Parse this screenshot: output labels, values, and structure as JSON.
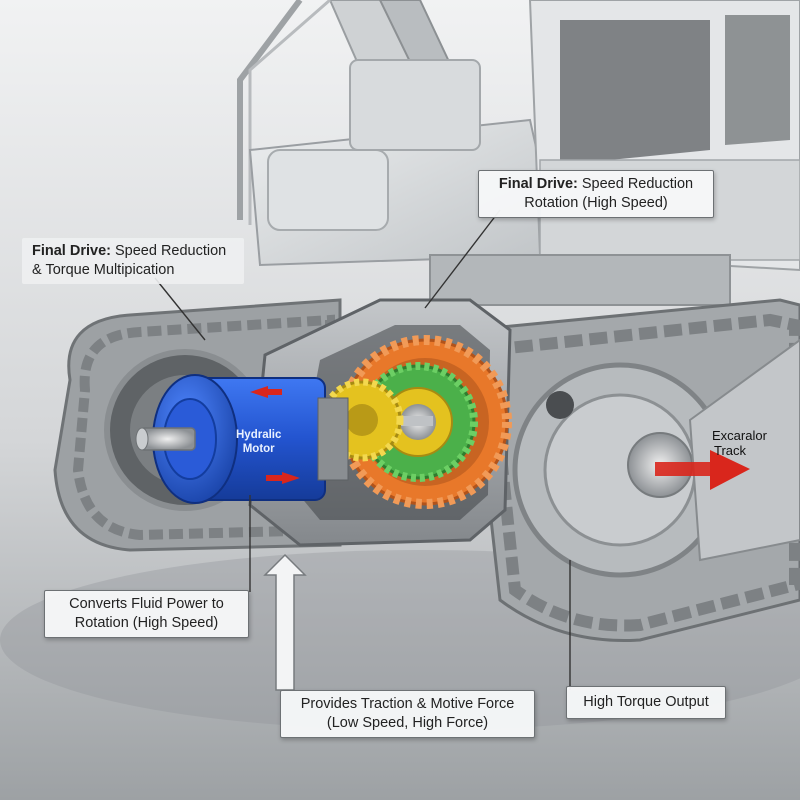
{
  "callouts": {
    "left_top": {
      "bold": "Final Drive:",
      "rest": " Speed Reduction",
      "line2": "& Torque Multipication"
    },
    "right_top": {
      "bold": "Final Drive:",
      "rest": " Speed Reduction",
      "line2": "Rotation (High Speed)"
    },
    "converts": {
      "line1": "Converts Fluid Power to",
      "line2": "Rotation (High Speed)"
    },
    "traction": {
      "line1": "Provides Traction & Motive Force",
      "line2": "(Low Speed, High Force)"
    },
    "torque": {
      "line1": "High Torque Output"
    }
  },
  "labels": {
    "motor_line1": "Hydralic",
    "motor_line2": "Motor",
    "track_line1": "Excaralor",
    "track_line2": "Track"
  },
  "colors": {
    "motor_blue": "#1f4fbf",
    "gear_orange": "#e8782a",
    "gear_green": "#4bb04a",
    "gear_yellow": "#e4c21f",
    "arrow_red": "#d9261c",
    "metal_gray": "#a9adb0"
  }
}
